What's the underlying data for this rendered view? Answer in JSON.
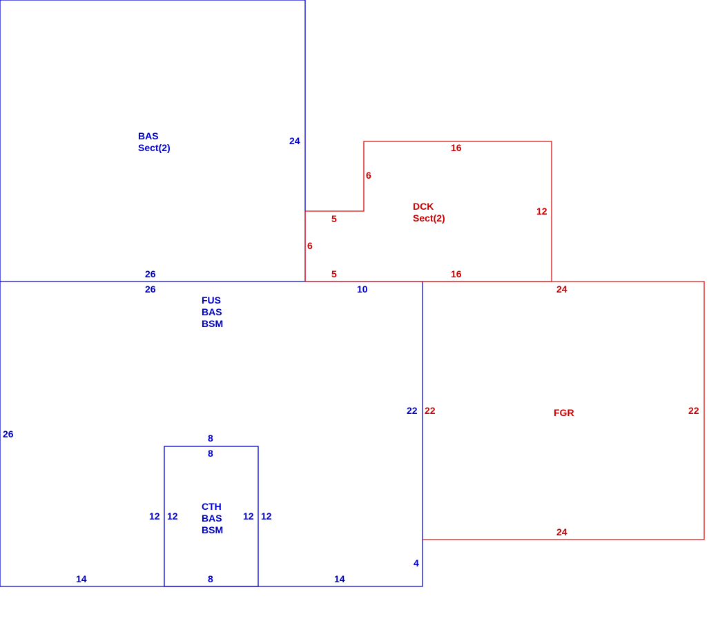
{
  "colors": {
    "blue": "#0000cc",
    "red": "#cc0000"
  },
  "areas": {
    "bas_upper": {
      "line1": "BAS",
      "line2": "Sect(2)",
      "dim_right": "24",
      "dim_bottom": "26"
    },
    "dck": {
      "line1": "DCK",
      "line2": "Sect(2)",
      "dim_top": "16",
      "dim_left_upper": "6",
      "dim_step_top": "5",
      "dim_right": "12",
      "dim_left_lower": "6",
      "dim_bottom_left": "5",
      "dim_bottom_right": "16"
    },
    "fus_main": {
      "line1": "FUS",
      "line2": "BAS",
      "line3": "BSM",
      "dim_top_left": "26",
      "dim_top_right": "10",
      "dim_left": "26",
      "dim_right": "22",
      "dim_bottom_left": "14",
      "dim_bottom_right": "14",
      "dim_right_lower": "4"
    },
    "cth": {
      "line1": "CTH",
      "line2": "BAS",
      "line3": "BSM",
      "dim_top_outer": "8",
      "dim_top_inner": "8",
      "dim_left_outer": "12",
      "dim_left_inner": "12",
      "dim_right_inner": "12",
      "dim_right_outer": "12",
      "dim_bottom": "8"
    },
    "fgr": {
      "line1": "FGR",
      "dim_top": "24",
      "dim_left": "22",
      "dim_right": "22",
      "dim_bottom": "24"
    }
  }
}
